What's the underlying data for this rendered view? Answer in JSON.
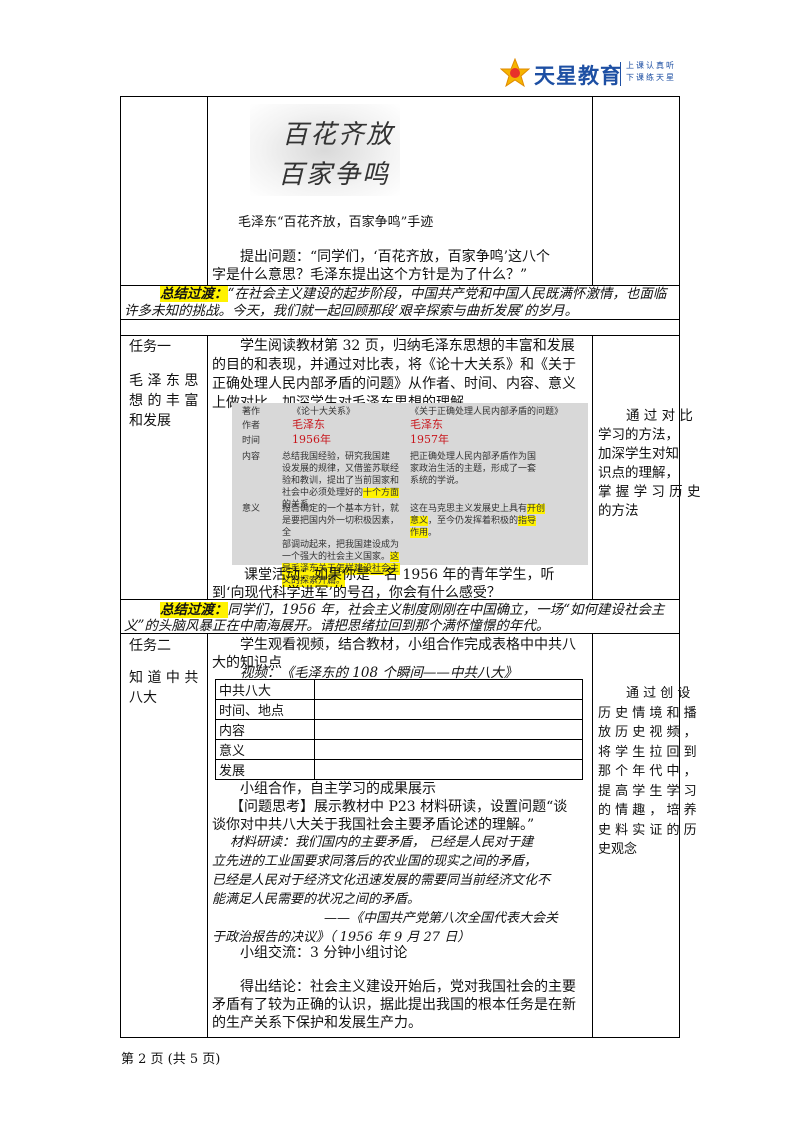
{
  "header": {
    "logo_name": "天星教育",
    "slogan_line1": "上课认真听",
    "slogan_line2": "下课练天星"
  },
  "row1": {
    "calligraphy_line1": "百花齐放",
    "calligraphy_line2": "百家争鸣",
    "caption": "毛泽东“百花齐放，百家争鸣”手迹",
    "question_line1": "提出问题：“同学们，‘百花齐放，百家争鸣’这八个",
    "question_line2": "字是什么意思？毛泽东提出这个方针是为了什么？”"
  },
  "summary1": {
    "label": "总结过渡：",
    "text1": "“在社会主义建设的起步阶段，中国共产党和中国人民既满怀激情，也面临",
    "text2": "许多未知的挑战。今天，我们就一起回顾那段‘艰辛探索与曲折发展’的岁月。"
  },
  "task1": {
    "name": "任务一",
    "title_line1": "毛 泽 东 思",
    "title_line2": "想 的 丰 富",
    "title_line3": "和发展",
    "body_line1": "学生阅读教材第 32 页，归纳毛泽东思想的丰富和发展",
    "body_line2": "的目的和表现，并通过对比表，将《论十大关系》和《关于",
    "body_line3": "正确处理人民内部矛盾的问题》从作者、时间、内容、意义",
    "body_line4": "上做对比。加深学生对毛泽东思想的理解。",
    "activity_line1": "课堂活动：如果你是一名 1956 年的青年学生，听",
    "activity_line2": "到‘向现代科学进军’的号召，你会有什么感受？",
    "purpose_line1": "通 过 对 比",
    "purpose_line2": "学习的方法，",
    "purpose_line3": "加深学生对知",
    "purpose_line4": "识点的理解，",
    "purpose_line5": "掌 握 学 习 历 史",
    "purpose_line6": "的方法"
  },
  "compare_table": {
    "h_label": "著作",
    "h_col1": "《论十大关系》",
    "h_col2": "《关于正确处理人民内部矛盾的问题》",
    "r1_label": "作者",
    "r1_col1": "毛泽东",
    "r1_col2": "毛泽东",
    "r2_label": "时间",
    "r2_col1": "1956年",
    "r2_col2": "1957年",
    "r3_label": "内容",
    "r3_col1_a": "总结我国经验，研究我国建",
    "r3_col1_b": "设发展的规律，又借鉴苏联经",
    "r3_col1_c": "验和教训，提出了当前国家和",
    "r3_col1_d": "社会中必须处理好的",
    "r3_col1_hl": "十个方面",
    "r3_col1_e": "的关系。",
    "r3_col2_a": "把正确处理人民内部矛盾作为国",
    "r3_col2_b": "家政治生活的主题，形成了一套",
    "r3_col2_c": "系统的学说。",
    "r4_label": "意义",
    "r4_col1_a": "报告确定的一个基本方针，就",
    "r4_col1_b": "是要把国内外一切积极因素，全",
    "r4_col1_c": "部调动起来，把我国建设成为",
    "r4_col1_d": "一个强大的社会主义国家。",
    "r4_col1_hl1": "这",
    "r4_col1_hl2": "是毛泽东关于怎样建设社会主",
    "r4_col1_hl3": "义的探索开篇。",
    "r4_col2_a": "这在马克思主义发展史上具有",
    "r4_col2_hl1": "开创",
    "r4_col2_hl2": "意义",
    "r4_col2_b": "，至今仍发挥着积极的",
    "r4_col2_hl3": "指导",
    "r4_col2_hl4": "作用",
    "r4_col2_c": "。"
  },
  "summary2": {
    "label": "总结过渡：",
    "text1": "同学们，1956 年，社会主义制度刚刚在中国确立，一场“如何建设社会主",
    "text2": "义”的头脑风暴正在中南海展开。请把思绪拉回到那个满怀憧憬的年代。"
  },
  "task2": {
    "name": "任务二",
    "title_line1": "知 道 中 共",
    "title_line2": "八大",
    "body_line1": "学生观看视频，结合教材，小组合作完成表格中中共八",
    "body_line2": "大的知识点",
    "video": "视频：《毛泽东的 108 个瞬间——中共八大》",
    "mini_rows": [
      "中共八大",
      "时间、地点",
      "内容",
      "意义",
      "发展"
    ],
    "show_line": "小组合作，自主学习的成果展示",
    "think_line1": "【问题思考】展示教材中 P23 材料研读，设置问题“谈",
    "think_line2": "谈你对中共八大关于我国社会主要矛盾论述的理解。”",
    "mat_line1": "材料研读：我们国内的主要矛盾，  已经是人民对于建",
    "mat_line2": "立先进的工业国要求同落后的农业国的现实之间的矛盾，",
    "mat_line3": "已经是人民对于经济文化迅速发展的需要同当前经济文化不",
    "mat_line4": "能满足人民需要的状况之间的矛盾。",
    "mat_line5": "——《中国共产党第八次全国代表大会关",
    "mat_line6": "于政治报告的决议》（ 1956 年 9 月 27 日）",
    "discuss": "小组交流：3 分钟小组讨论",
    "concl_line1": "得出结论：社会主义建设开始后，党对我国社会的主要",
    "concl_line2": "矛盾有了较为正确的认识，据此提出我国的根本任务是在新",
    "concl_line3": "的生产关系下保护和发展生产力。",
    "purpose_line1": "通 过 创 设",
    "purpose_line2": "历 史 情 境 和 播",
    "purpose_line3": "放 历 史 视 频 ，",
    "purpose_line4": "将 学 生 拉 回 到",
    "purpose_line5": "那 个 年 代 中 ，",
    "purpose_line6": "提 高 学 生 学 习",
    "purpose_line7": "的 情 趣 ， 培 养",
    "purpose_line8": "史 料 实 证 的 历",
    "purpose_line9": "史观念"
  },
  "footer": {
    "page": "第 2 页 (共 5 页)"
  }
}
